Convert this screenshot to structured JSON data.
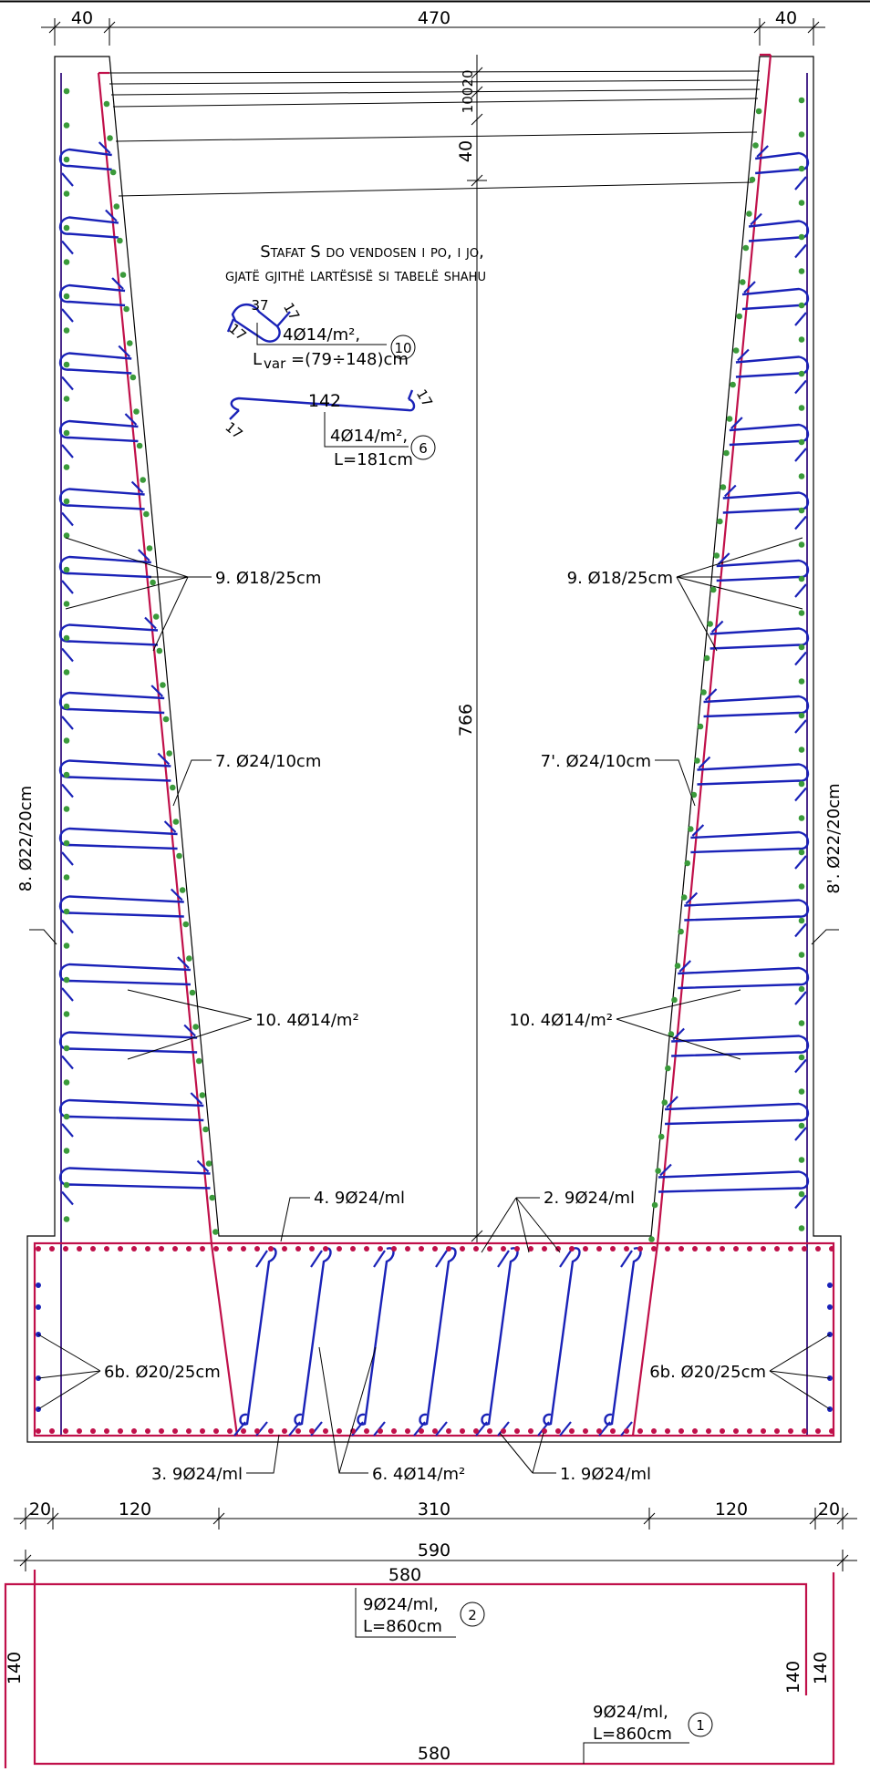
{
  "dimensions": {
    "top_left": "40",
    "top_mid": "470",
    "top_right": "40",
    "v_20": "20",
    "v_100": "100",
    "v_40": "40",
    "v_766": "766",
    "b_20_left": "20",
    "b_120_left": "120",
    "b_310": "310",
    "b_120_right": "120",
    "b_20_right": "20",
    "b_590": "590",
    "bar2_len_top": "580",
    "bar2_left": "140",
    "bar2_right": "140",
    "bar1_right": "140",
    "bar1_len_bottom": "580"
  },
  "note": {
    "line1": "Stafat S do vendosen i po, i jo,",
    "line2": "gjatë gjithë lartësisë si tabelë shahu"
  },
  "bar10": {
    "dim_a": "37",
    "dim_b": "17",
    "dim_c": "17",
    "spec": "4Ø14/m²,",
    "len_prefix": "L",
    "len_sub": "var",
    "len_value": "=(79÷148)cm",
    "mark": "10"
  },
  "bar6": {
    "dim_main": "142",
    "dim_end_a": "17",
    "dim_end_b": "17",
    "spec": "4Ø14/m²,",
    "len": "L=181cm",
    "mark": "6"
  },
  "labels": {
    "l9_left": "9. Ø18/25cm",
    "l9_right": "9. Ø18/25cm",
    "l7_left": "7. Ø24/10cm",
    "l7_right": "7'. Ø24/10cm",
    "l8_left": "8. Ø22/20cm",
    "l8_right": "8'. Ø22/20cm",
    "l10_left": "10. 4Ø14/m²",
    "l10_right": "10. 4Ø14/m²",
    "l4": "4. 9Ø24/ml",
    "l2": "2. 9Ø24/ml",
    "l6b_left": "6b. Ø20/25cm",
    "l6b_right": "6b. Ø20/25cm",
    "l3": "3. 9Ø24/ml",
    "l6": "6. 4Ø14/m²",
    "l1": "1. 9Ø24/ml"
  },
  "bar2_detail": {
    "spec": "9Ø24/ml,",
    "len": "L=860cm",
    "mark": "2"
  },
  "bar1_detail": {
    "spec": "9Ø24/ml,",
    "len": "L=860cm",
    "mark": "1"
  },
  "colors": {
    "longitudinal_red": "#c0104a",
    "stirrup_blue": "#1a22b8",
    "distribution_green": "#3a9a3a",
    "section_purple": "#4b2a8c"
  }
}
